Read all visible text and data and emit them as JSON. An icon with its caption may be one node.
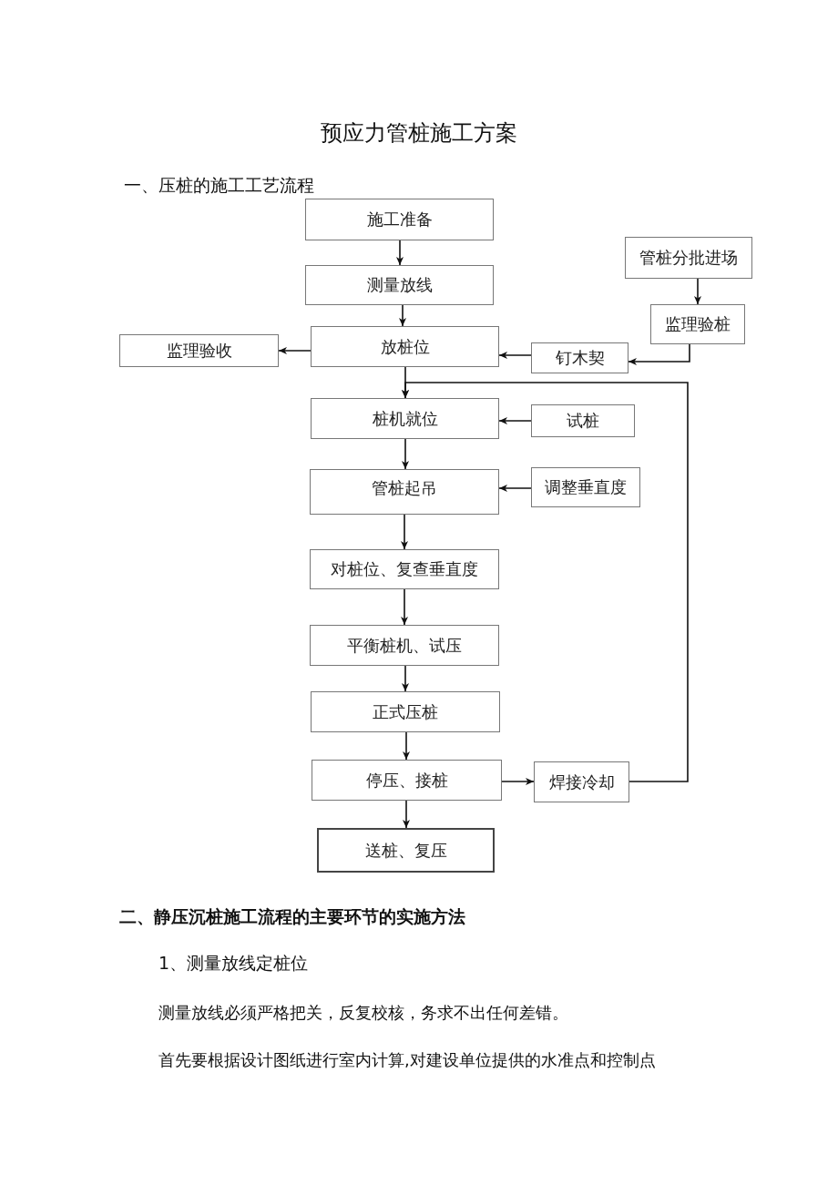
{
  "diagram": {
    "title": "预应力管桩施工方案",
    "nodes": [
      {
        "text": [
          "施工准备"
        ]
      },
      {
        "text": [
          "测量放线"
        ]
      },
      {
        "text": [
          "管桩分批进场"
        ]
      },
      {
        "text": [
          "监理验桩"
        ]
      },
      {
        "text": [
          "监理验收"
        ]
      },
      {
        "text": [
          "放桩位"
        ]
      },
      {
        "text": [
          "钉木契"
        ]
      },
      {
        "text": [
          "桩机就位"
        ]
      },
      {
        "text": [
          "试桩"
        ]
      },
      {
        "text": [
          "管桩起吊"
        ]
      },
      {
        "text": [
          "调整垂直度"
        ]
      },
      {
        "text": [
          "对桩位、复查垂直度"
        ]
      },
      {
        "text": [
          "平衡桩机、试压"
        ]
      },
      {
        "text": [
          "正式压桩"
        ]
      },
      {
        "text": [
          "停压、接桩"
        ]
      },
      {
        "text": [
          "焊接冷却"
        ]
      },
      {
        "text": [
          "送桩、复压"
        ]
      }
    ],
    "edges": [
      {
        "from": 0,
        "to": 1,
        "arrow": "to"
      },
      {
        "from": 1,
        "to": 5,
        "arrow": "to"
      },
      {
        "from": 2,
        "to": 3,
        "arrow": "to"
      },
      {
        "from": 3,
        "to": 6,
        "arrow": "to"
      },
      {
        "from": 6,
        "to": 5,
        "arrow": "to"
      },
      {
        "from": 5,
        "to": 4,
        "arrow": "to"
      },
      {
        "from": 5,
        "to": 7,
        "arrow": "to"
      },
      {
        "from": 8,
        "to": 7,
        "arrow": "to"
      },
      {
        "from": 7,
        "to": 9,
        "arrow": "to"
      },
      {
        "from": 10,
        "to": 9,
        "arrow": "to"
      },
      {
        "from": 9,
        "to": 11,
        "arrow": "to"
      },
      {
        "from": 11,
        "to": 12,
        "arrow": "to"
      },
      {
        "from": 12,
        "to": 13,
        "arrow": "to"
      },
      {
        "from": 13,
        "to": 14,
        "arrow": "to"
      },
      {
        "from": 14,
        "to": 15,
        "arrow": "to"
      },
      {
        "from": 15,
        "to": 7,
        "arrow": "to"
      },
      {
        "from": 14,
        "to": 16,
        "arrow": "to"
      }
    ],
    "labels": [
      "一、压桩的施工工艺流程",
      "二、静压沉桩施工流程的主要环节的实施方法",
      "1、测量放线定桩位",
      "测量放线必须严格把关，反复校核，务求不出任何差错。",
      "首先要根据设计图纸进行室内计算,对建设单位提供的水准点和控制点"
    ]
  }
}
